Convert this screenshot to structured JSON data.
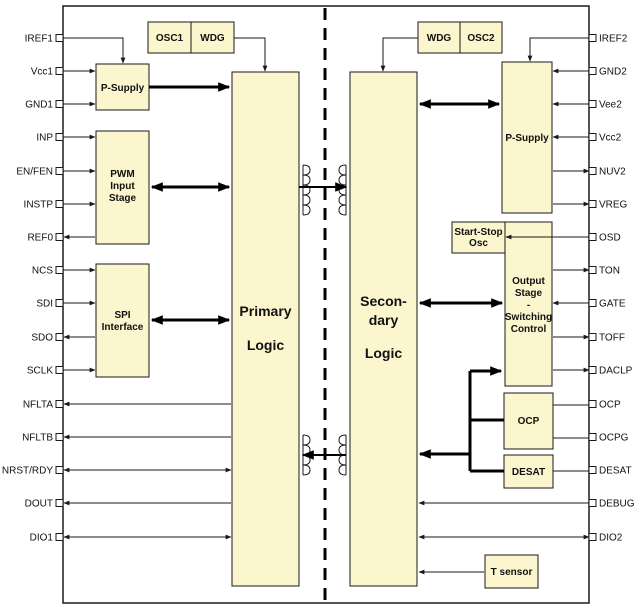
{
  "left_pins": [
    "IREF1",
    "Vcc1",
    "GND1",
    "INP",
    "EN/FEN",
    "INSTP",
    "REF0",
    "NCS",
    "SDI",
    "SDO",
    "SCLK",
    "NFLTA",
    "NFLTB",
    "NRST/RDY",
    "DOUT",
    "DIO1"
  ],
  "right_pins": [
    "IREF2",
    "GND2",
    "Vee2",
    "Vcc2",
    "NUV2",
    "VREG",
    "OSD",
    "TON",
    "GATE",
    "TOFF",
    "DACLP",
    "OCP",
    "OCPG",
    "DESAT",
    "DEBUG",
    "DIO2"
  ],
  "blocks": {
    "osc1": "OSC1",
    "wdg1": "WDG",
    "wdg2": "WDG",
    "osc2": "OSC2",
    "psupply1": "P-Supply",
    "pwm": [
      "PWM",
      "Input",
      "Stage"
    ],
    "spi": [
      "SPI",
      "Interface"
    ],
    "primary": [
      "Primary",
      "Logic"
    ],
    "secondary": [
      "Secon-",
      "dary",
      "Logic"
    ],
    "psupply2": "P-Supply",
    "startstop": [
      "Start-Stop",
      "Osc"
    ],
    "output": [
      "Output",
      "Stage",
      "-",
      "Switching",
      "Control"
    ],
    "ocp": "OCP",
    "desat": "DESAT",
    "tsensor": "T sensor"
  }
}
